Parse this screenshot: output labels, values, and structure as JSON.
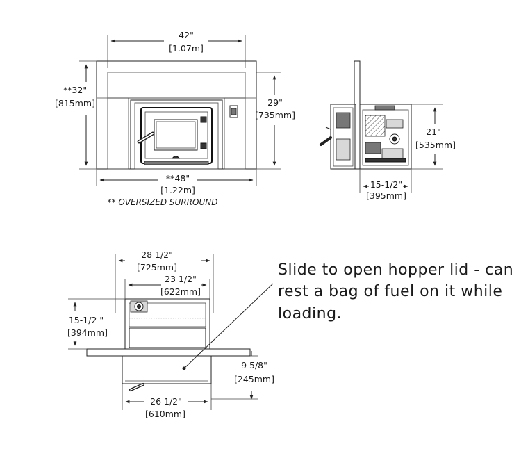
{
  "front_view": {
    "width_in": "42\"",
    "width_m": "[1.07m]",
    "height_total_in": "**32\"",
    "height_total_mm": "[815mm]",
    "height_insert_in": "29\"",
    "height_insert_mm": "[735mm]",
    "surround_width_in": "**48\"",
    "surround_width_m": "[1.22m]",
    "surround_note": "** OVERSIZED SURROUND"
  },
  "side_view": {
    "height_in": "21\"",
    "height_mm": "[535mm]",
    "depth_in": "15-1/2\"",
    "depth_mm": "[395mm]"
  },
  "top_view": {
    "width_outer_in": "28 1/2\"",
    "width_outer_mm": "[725mm]",
    "width_inner_in": "23 1/2\"",
    "width_inner_mm": "[622mm]",
    "depth_in": "15-1/2 \"",
    "depth_mm": "[394mm]",
    "front_depth_in": "9 5/8\"",
    "front_depth_mm": "[245mm]",
    "bottom_width_in": "26 1/2\"",
    "bottom_width_mm": "[610mm]"
  },
  "callout": {
    "line1": "Slide to open hopper lid - can",
    "line2": "rest a bag of fuel on it while",
    "line3": "loading."
  }
}
